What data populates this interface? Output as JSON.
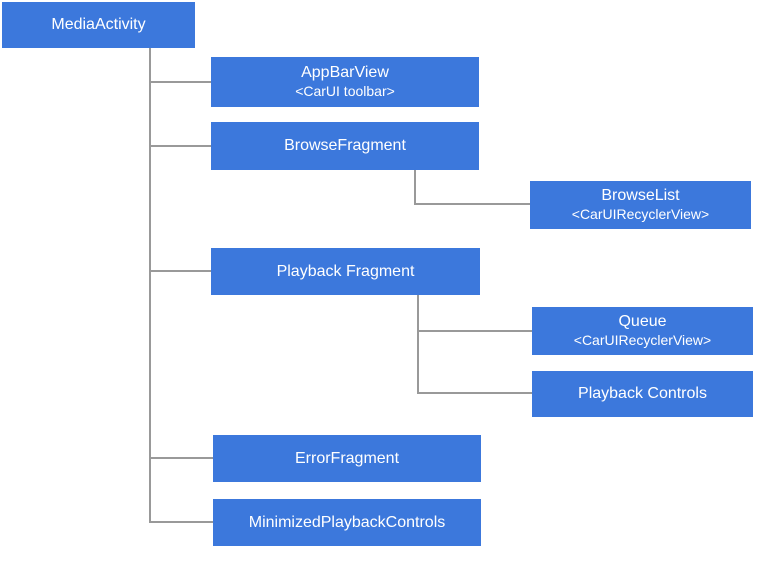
{
  "colors": {
    "node_fill": "#3c78dc",
    "node_text": "#ffffff",
    "connector": "#999999",
    "background": "#ffffff"
  },
  "nodes": {
    "media_activity": {
      "label": "MediaActivity"
    },
    "app_bar_view": {
      "label": "AppBarView",
      "sublabel": "<CarUI toolbar>"
    },
    "browse_fragment": {
      "label": "BrowseFragment"
    },
    "browse_list": {
      "label": "BrowseList",
      "sublabel": "<CarUIRecyclerView>"
    },
    "playback_fragment": {
      "label": "Playback Fragment"
    },
    "queue": {
      "label": "Queue",
      "sublabel": "<CarUIRecyclerView>"
    },
    "playback_controls": {
      "label": "Playback Controls"
    },
    "error_fragment": {
      "label": "ErrorFragment"
    },
    "minimized_playback_controls": {
      "label": "MinimizedPlaybackControls"
    }
  },
  "hierarchy": {
    "root": "MediaActivity",
    "children": [
      {
        "name": "AppBarView",
        "children": []
      },
      {
        "name": "BrowseFragment",
        "children": [
          "BrowseList"
        ]
      },
      {
        "name": "Playback Fragment",
        "children": [
          "Queue",
          "Playback Controls"
        ]
      },
      {
        "name": "ErrorFragment",
        "children": []
      },
      {
        "name": "MinimizedPlaybackControls",
        "children": []
      }
    ]
  }
}
